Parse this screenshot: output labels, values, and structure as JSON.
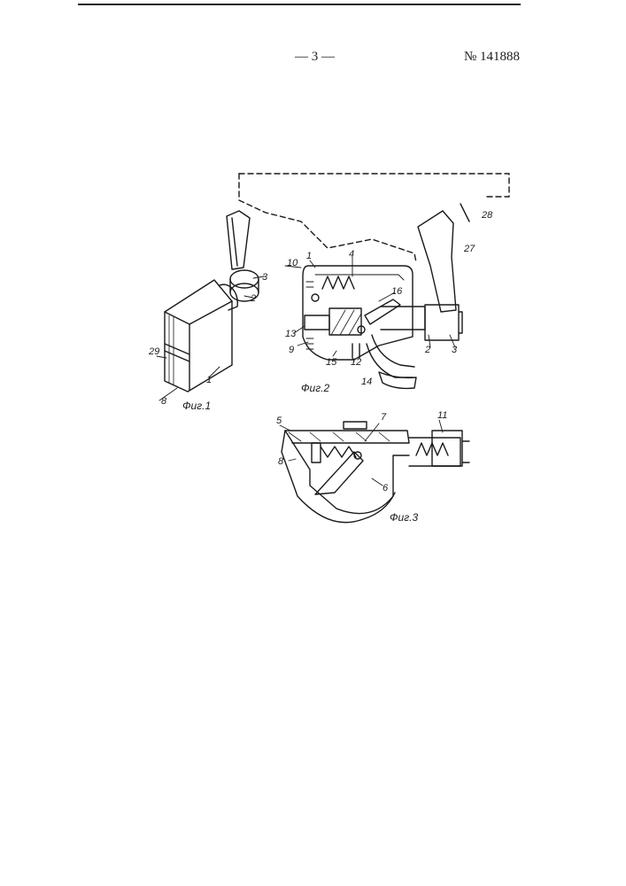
{
  "header": {
    "page_number": "— 3 —",
    "patent_number": "№ 141888"
  },
  "figures": {
    "fig1": {
      "caption": "Фиг.1",
      "labels": {
        "l3": "3",
        "l2": "2",
        "l29": "29",
        "l8": "8",
        "l1": "1"
      }
    },
    "fig2": {
      "caption": "Фиг.2",
      "labels": {
        "l28": "28",
        "l27": "27",
        "l10": "10",
        "l1": "1",
        "l4": "4",
        "l16": "16",
        "l13": "13",
        "l9": "9",
        "l15": "15",
        "l12": "12",
        "l2": "2",
        "l3": "3",
        "l14": "14"
      }
    },
    "fig3": {
      "caption": "Фиг.3",
      "labels": {
        "l5": "5",
        "l7": "7",
        "l11": "11",
        "l8": "8",
        "l6": "6"
      }
    }
  }
}
